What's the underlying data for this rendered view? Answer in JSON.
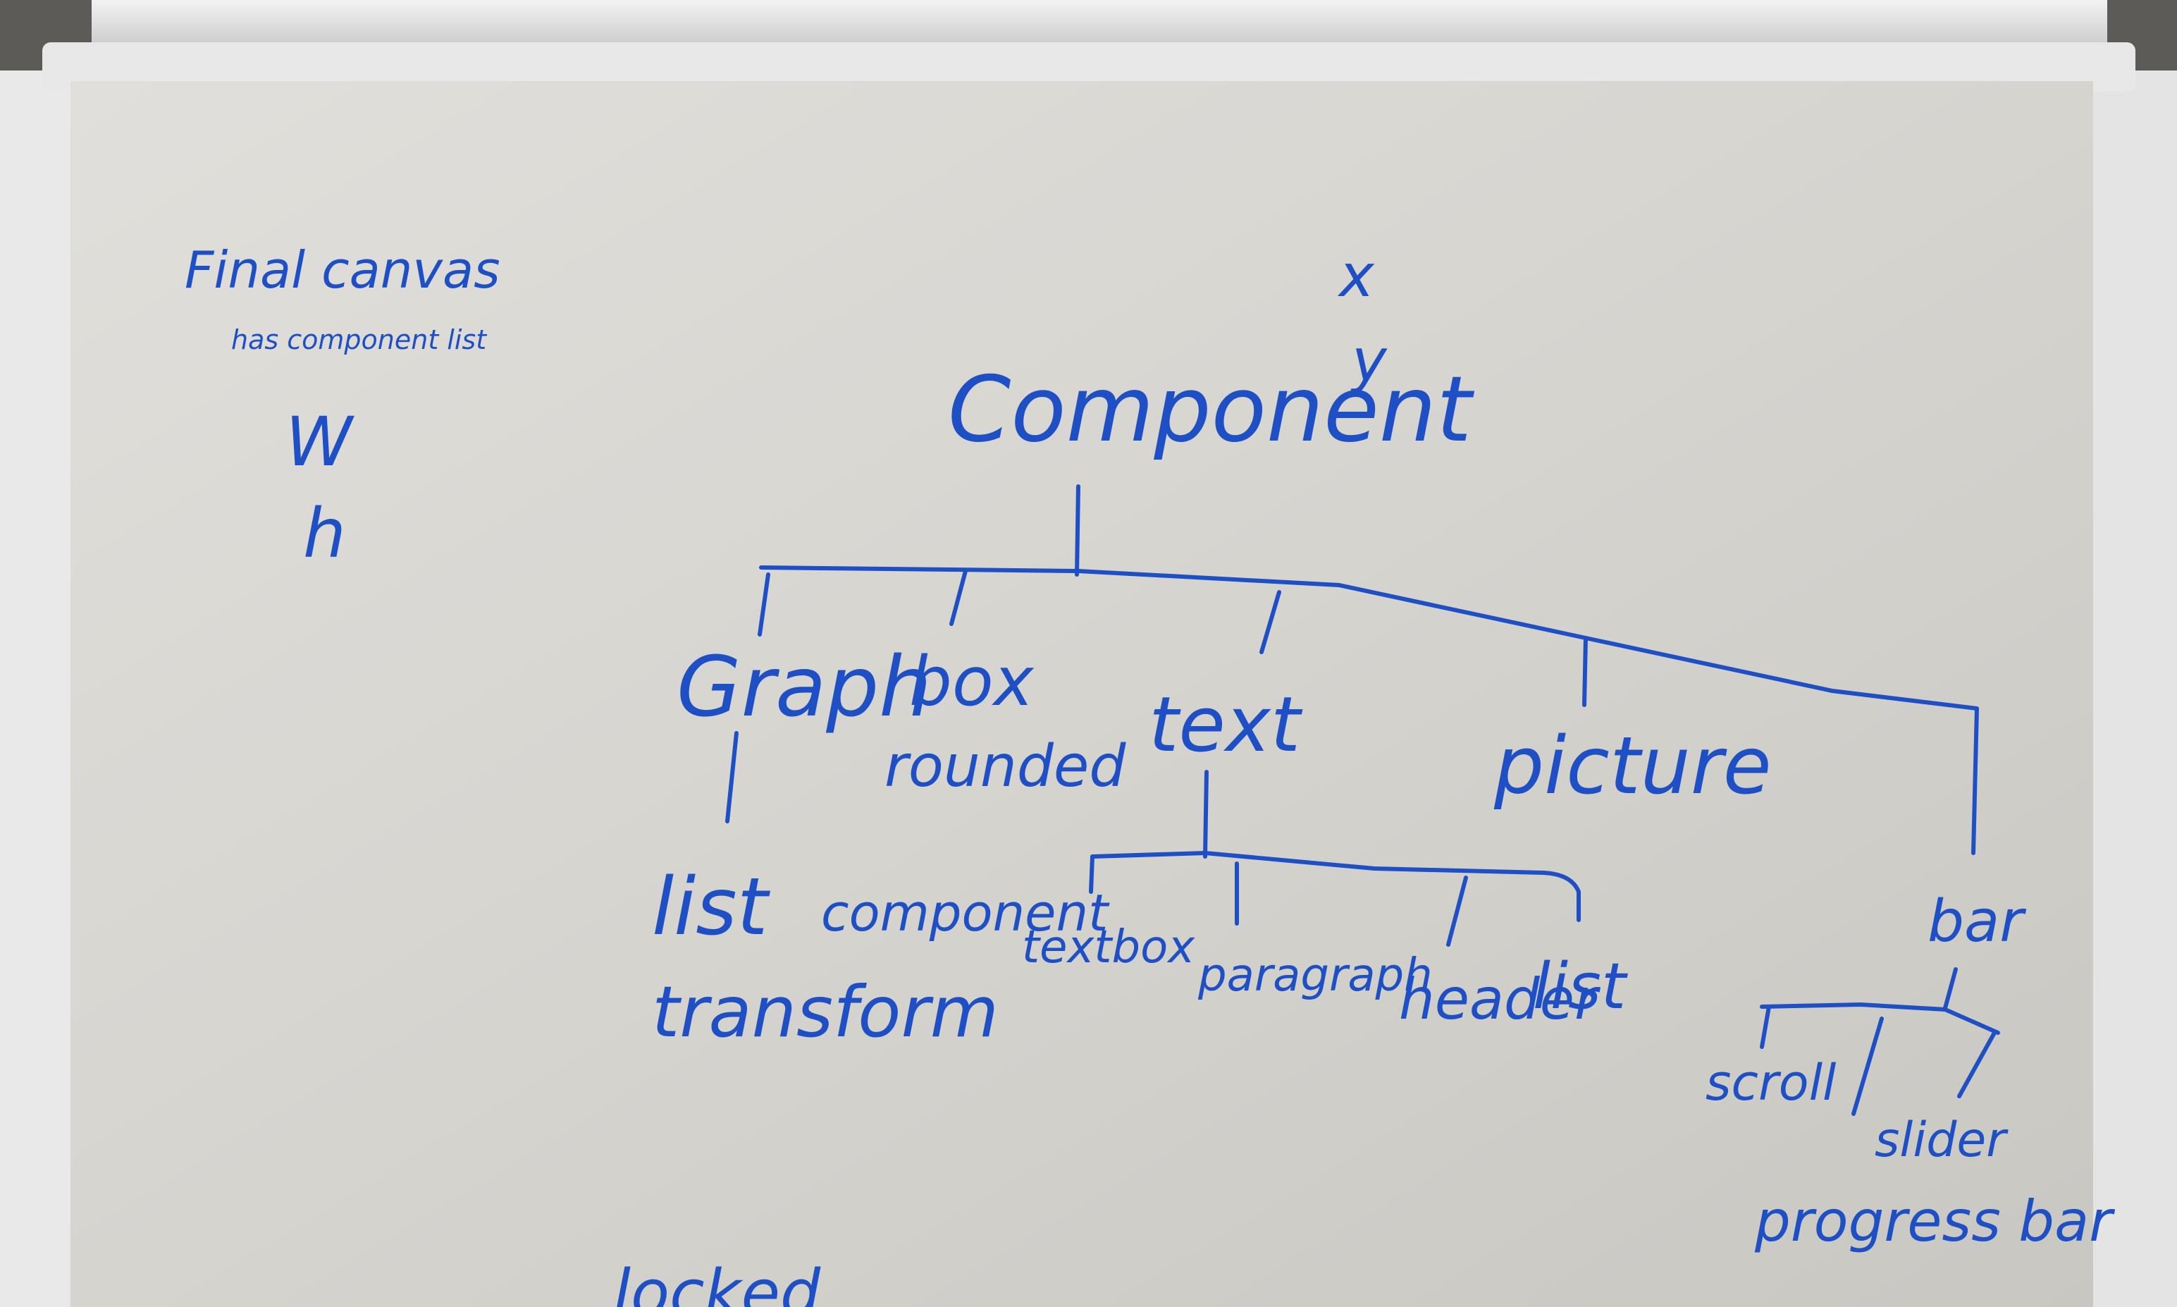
{
  "colors": {
    "ink": "#1f4fc4",
    "board": "#d9d8d4",
    "frame": "#e6e6e6"
  },
  "notes": {
    "line1": "Final canvas",
    "line2": "has component list",
    "line3": "W",
    "line4": "h"
  },
  "coords": {
    "x": "x",
    "y": "y"
  },
  "tree": {
    "root": "Component",
    "children": {
      "graph": "Graph",
      "box": "box",
      "box_sub": "rounded",
      "text": "text",
      "picture": "picture",
      "bar": "bar"
    },
    "graph_children": {
      "list": "list",
      "component": "component",
      "transform": "transform"
    },
    "text_children": {
      "textbox": "textbox",
      "paragraph": "paragraph",
      "header": "header",
      "list": "list"
    },
    "bar_children": {
      "scroll": "scroll",
      "slider": "slider",
      "progress": "progress bar"
    }
  },
  "bottom_partial": "locked"
}
